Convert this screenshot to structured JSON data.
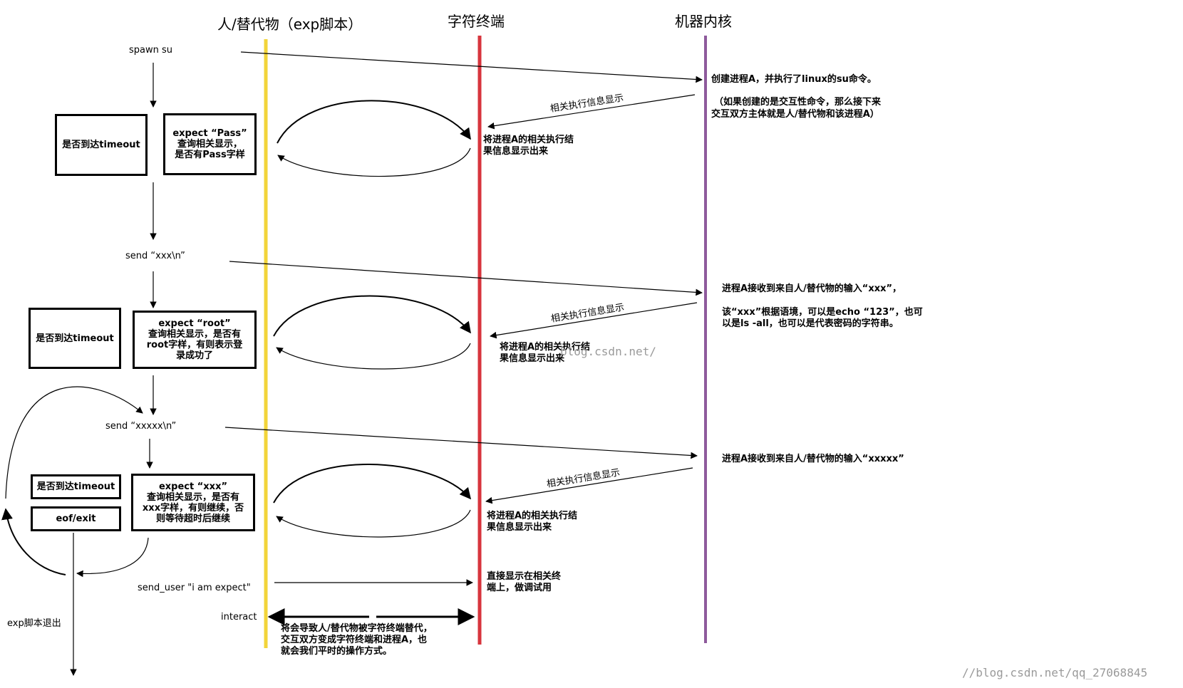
{
  "lanes": {
    "actor": "人/替代物（exp脚本）",
    "terminal": "字符终端",
    "kernel": "机器内核"
  },
  "colors": {
    "actor_line": "#f2d43a",
    "terminal_line": "#d7353d",
    "kernel_line": "#8e5a9c"
  },
  "steps": {
    "spawn": "spawn su",
    "send1": "send “xxx\\n”",
    "send2": "send “xxxxx\\n”",
    "send_user": "send_user \"i am expect\"",
    "interact": "interact",
    "exit": "exp脚本退出"
  },
  "boxes": {
    "timeout1": "是否到达timeout",
    "expect1": "expect “Pass”\n查询相关显示，\n是否有Pass字样",
    "timeout2": "是否到达timeout",
    "expect2": "expect “root”\n查询相关显示，是否有\nroot字样，有则表示登\n录成功了",
    "timeout3": "是否到达timeout",
    "eof": "eof/exit",
    "expect3": "expect “xxx”\n查询相关显示，是否有\nxxx字样，有则继续，否\n则等待超时后继续"
  },
  "notes": {
    "kernel1_line1": "创建进程A，并执行了linux的su命令。",
    "kernel1_line2": "（如果创建的是交互性命令，那么接下来",
    "kernel1_line3": "交互双方主体就是人/替代物和该进程A）",
    "kernel2_line1": "进程A接收到来自人/替代物的输入“xxx”，",
    "kernel2_line2": "该“xxx”根据语境，可以是echo “123”，也可",
    "kernel2_line3": "以是ls -all，也可以是代表密码的字符串。",
    "kernel3": "进程A接收到来自人/替代物的输入“xxxxx”",
    "result1_line1": "将进程A的相关执行结",
    "result1_line2": "果信息显示出来",
    "result2_line1": "将进程A的相关执行结",
    "result2_line2": "果信息显示出来",
    "result3_line1": "将进程A的相关执行结",
    "result3_line2": "果信息显示出来",
    "display_line1": "直接显示在相关终",
    "display_line2": "端上，做调试用",
    "interact_line1": "将会导致人/替代物被字符终端替代，",
    "interact_line2": "交互双方变成字符终端和进程A，也",
    "interact_line3": "就会我们平时的操作方式。"
  },
  "feedback": {
    "label1": "相关执行信息显示",
    "label2": "相关执行信息显示",
    "label3": "相关执行信息显示"
  },
  "watermarks": {
    "middle": "blog.csdn.net/",
    "footer": "//blog.csdn.net/qq_27068845"
  }
}
